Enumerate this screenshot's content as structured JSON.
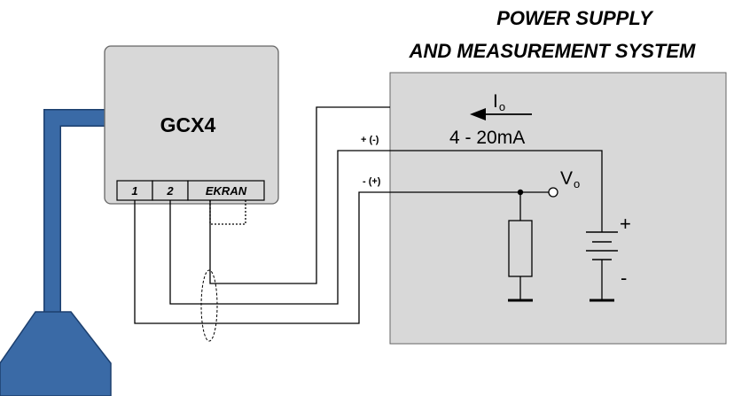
{
  "title": {
    "line1": "POWER SUPPLY",
    "line2": "AND MEASUREMENT SYSTEM"
  },
  "device": {
    "name": "GCX4",
    "terminals": [
      "1",
      "2",
      "EKRAN"
    ]
  },
  "wires": {
    "plus_label": "+ (-)",
    "minus_label": "- (+)"
  },
  "current": {
    "symbol": "I",
    "subscript": "o",
    "range": "4 - 20mA"
  },
  "voltage": {
    "symbol": "V",
    "subscript": "o"
  },
  "battery": {
    "plus": "+",
    "minus": "-"
  },
  "colors": {
    "box_fill": "#d8d8d8",
    "probe_blue": "#3a6aa6",
    "probe_outline": "#1c3f6e"
  }
}
